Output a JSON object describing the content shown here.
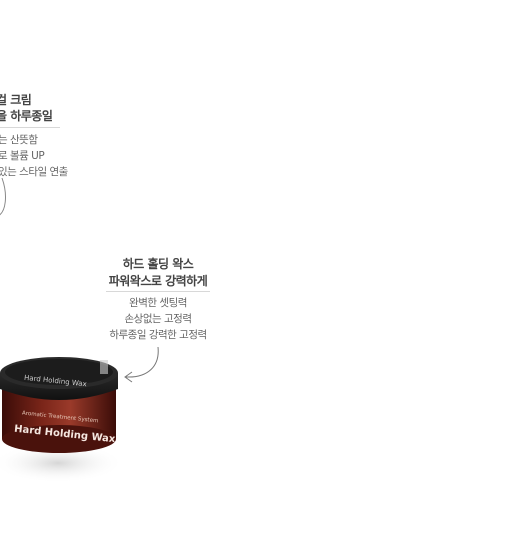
{
  "left_block": {
    "title_lines": [
      "컬 크림",
      "을 하루종일"
    ],
    "desc_lines": [
      "는 산뜻함",
      "로 볼륨 UP",
      "있는 스타일 연출"
    ]
  },
  "right_block": {
    "title_lines": [
      "하드 홀딩 왁스",
      "파워왁스로 강력하게"
    ],
    "desc_lines": [
      "완벽한 셋팅력",
      "손상없는 고정력",
      "하루종일 강력한 고정력"
    ]
  },
  "product": {
    "lid_text": "Hard Holding Wax",
    "body_small_text": "Aromatic Treatment System",
    "body_text": "Hard Holding Wax",
    "colors": {
      "lid": "#1e1e1e",
      "body": "#6e1f17",
      "body_dark": "#3a0c08"
    }
  }
}
